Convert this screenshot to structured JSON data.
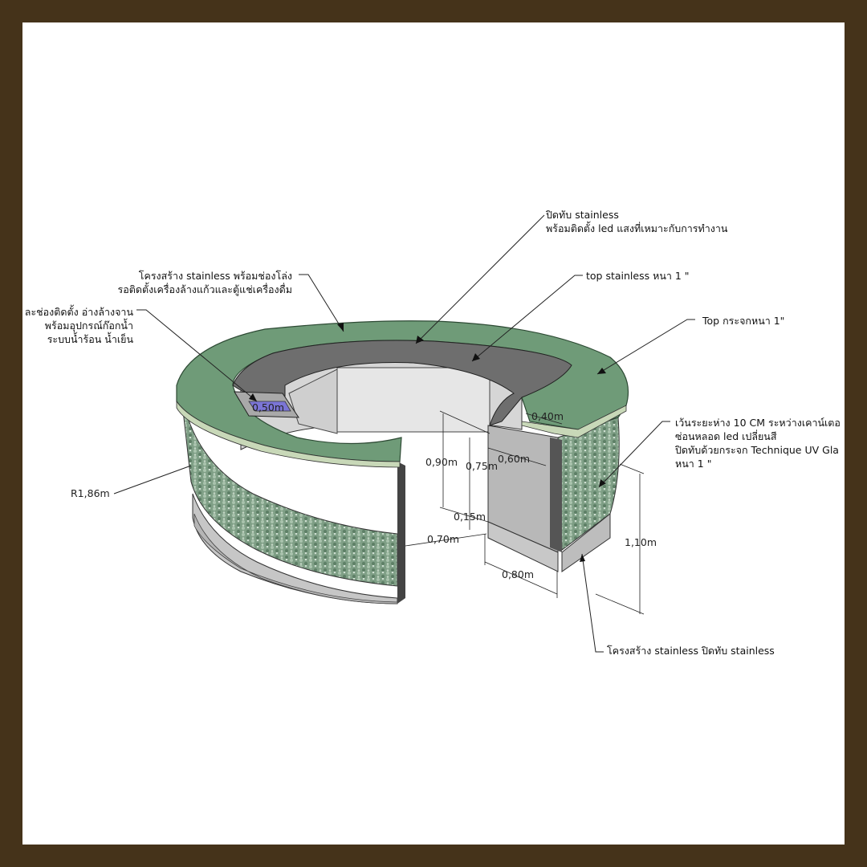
{
  "colors": {
    "frame": "#45331a",
    "top_green": "#6f9b78",
    "mosaic": "#8fae95",
    "stainless": "#bdbdbd",
    "counter_top": "#6e6e6e"
  },
  "callouts": {
    "cover_line1": "ปิดทับ stainless",
    "cover_line2": "พร้อมติดตั้ง led แสงที่เหมาะกับการทำงาน",
    "structure_line1": "โครงสร้าง stainless พร้อมช่องโล่ง",
    "structure_line2": "รอติดตั้งเครื่องล้างแก้วและตู้แช่เครื่องดื่ม",
    "sink_line1": "ละช่องติดตั้ง อ่างล้างจาน",
    "sink_line2": "พร้อมอุปกรณ์ก๊อกน้ำ",
    "sink_line3": "ระบบน้ำร้อน น้ำเย็น",
    "top_stainless": "top stainless หนา 1 \"",
    "top_glass": "Top กระจกหนา 1\"",
    "gap_line1": "เว้นระยะห่าง 10 CM ระหว่างเคาน์เตอ",
    "gap_line2": "ซ่อนหลอด led เปลี่ยนสี",
    "gap_line3": "ปิดทับด้วยกระจก Technique UV Gla",
    "gap_line4": "หนา 1 \"",
    "base": "โครงสร้าง stainless ปิดทับ stainless"
  },
  "dimensions": {
    "radius": "R1,86m",
    "sink_width": "0,50m",
    "top_depth": "0,40m",
    "counter_height": "0,90m",
    "inner_height": "0,75m",
    "base_height": "0,15m",
    "inner_width": "0,60m",
    "opening": "0,70m",
    "end_depth": "0,80m",
    "total_height": "1,10m"
  }
}
